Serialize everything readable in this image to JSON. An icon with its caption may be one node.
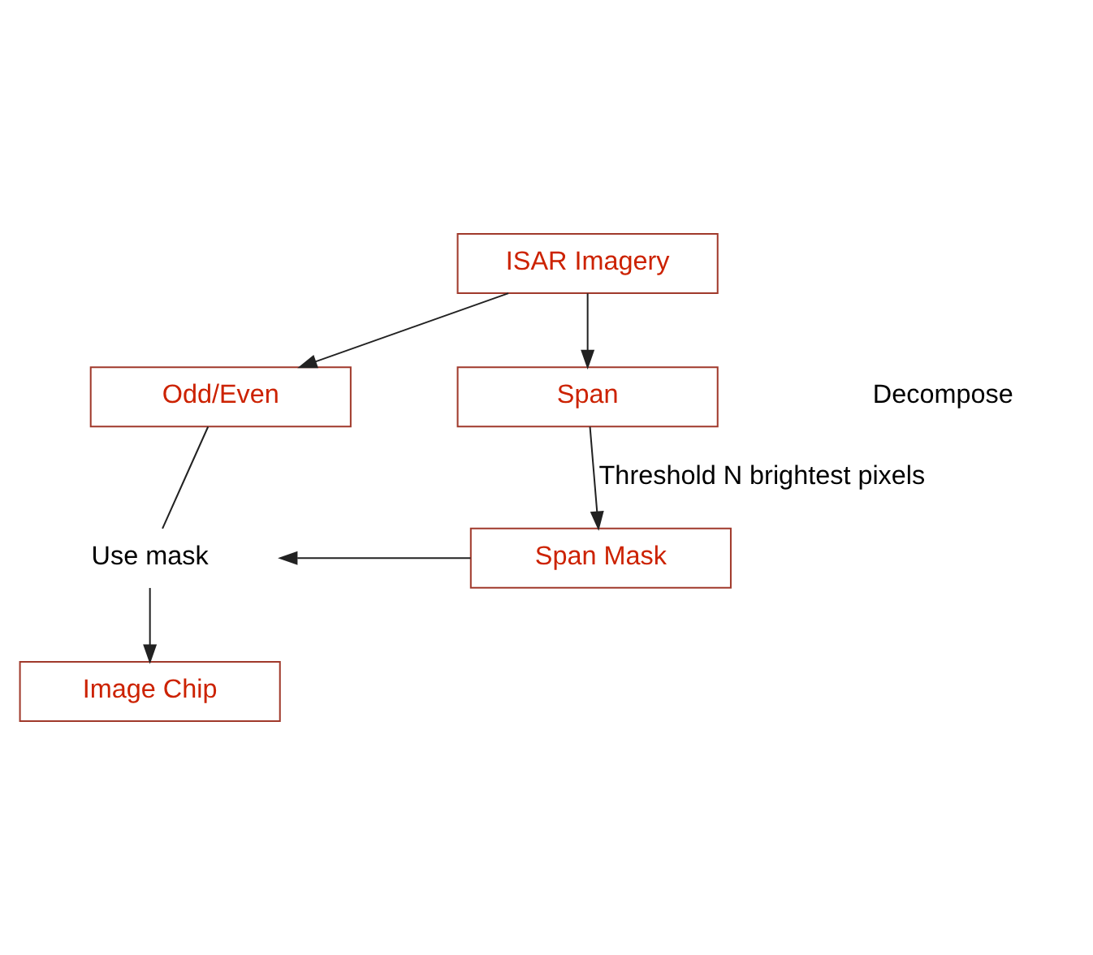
{
  "diagram": {
    "nodes": [
      {
        "text": [
          "ISAR Imagery"
        ]
      },
      {
        "text": [
          "Odd/Even"
        ]
      },
      {
        "text": [
          "Span"
        ]
      },
      {
        "text": [
          "Span Mask"
        ]
      },
      {
        "text": [
          "Use mask"
        ]
      },
      {
        "text": [
          "Image Chip"
        ]
      }
    ],
    "edges": [
      {
        "from": 0,
        "to": 1,
        "arrow": "to"
      },
      {
        "from": 0,
        "to": 2,
        "arrow": "to"
      },
      {
        "from": 2,
        "to": 3,
        "arrow": "to",
        "label": "Threshold N brightest pixels"
      },
      {
        "from": 3,
        "to": 4,
        "arrow": "to"
      },
      {
        "from": 1,
        "to": 4,
        "arrow": "none"
      },
      {
        "from": 4,
        "to": 5,
        "arrow": "to"
      }
    ],
    "labels": [
      "Decompose"
    ]
  }
}
